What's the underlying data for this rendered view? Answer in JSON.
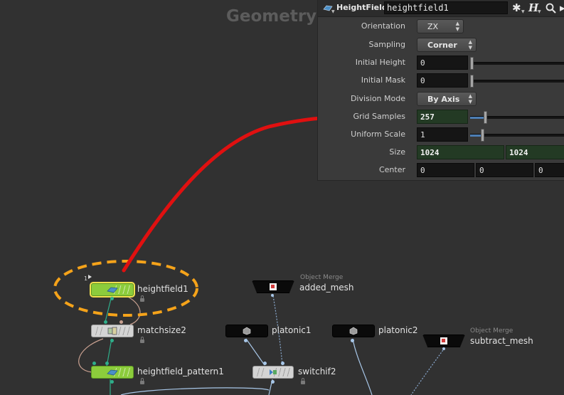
{
  "network": {
    "context_title": "Geometry",
    "nodes": {
      "heightfield1": {
        "label": "heightfield1",
        "flag": "1"
      },
      "matchsize2": {
        "label": "matchsize2"
      },
      "heightfield_pattern1": {
        "label": "heightfield_pattern1"
      },
      "added_mesh": {
        "label": "added_mesh",
        "type_label": "Object Merge"
      },
      "platonic1": {
        "label": "platonic1"
      },
      "switchif2": {
        "label": "switchif2"
      },
      "platonic2": {
        "label": "platonic2"
      },
      "subtract_mesh": {
        "label": "subtract_mesh",
        "type_label": "Object Merge"
      }
    }
  },
  "panel": {
    "node_type": "HeightField",
    "node_name": "heightfield1",
    "icons": [
      "gear-icon",
      "help-icon",
      "search-icon"
    ],
    "help_glyph": "H",
    "params": {
      "orientation": {
        "label": "Orientation",
        "value": "ZX"
      },
      "sampling": {
        "label": "Sampling",
        "value": "Corner"
      },
      "initial_height": {
        "label": "Initial Height",
        "value": "0",
        "slider_fraction": 0.0
      },
      "initial_mask": {
        "label": "Initial Mask",
        "value": "0",
        "slider_fraction": 0.0
      },
      "division_mode": {
        "label": "Division Mode",
        "value": "By Axis"
      },
      "grid_samples": {
        "label": "Grid Samples",
        "value": "257",
        "slider_fraction": 0.16
      },
      "uniform_scale": {
        "label": "Uniform Scale",
        "value": "1",
        "slider_fraction": 0.13
      },
      "size": {
        "label": "Size",
        "values": [
          "1024",
          "1024"
        ]
      },
      "center": {
        "label": "Center",
        "values": [
          "0",
          "0",
          "0"
        ]
      }
    }
  },
  "colors": {
    "accent_green": "#8ccc3c",
    "selection_yellow": "#f0e050",
    "highlight_orange": "#f5a31a",
    "arrow_red": "#e01010",
    "slider_blue": "#4d7eb4"
  }
}
